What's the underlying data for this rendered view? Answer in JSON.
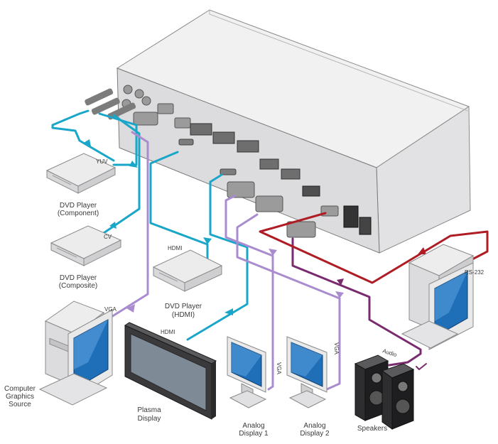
{
  "devices": {
    "dvd_component": {
      "line1": "DVD Player",
      "line2": "(Component)"
    },
    "dvd_composite": {
      "line1": "DVD Player",
      "line2": "(Composite)"
    },
    "dvd_hdmi": {
      "line1": "DVD Player",
      "line2": "(HDMI)"
    },
    "computer_source": {
      "line1": "Computer",
      "line2": "Graphics",
      "line3": "Source"
    },
    "plasma": {
      "line1": "Plasma",
      "line2": "Display"
    },
    "analog1": {
      "line1": "Analog",
      "line2": "Display 1"
    },
    "analog2": {
      "line1": "Analog",
      "line2": "Display 2"
    },
    "speakers": {
      "line1": "Speakers"
    }
  },
  "signals": {
    "yuv": "YUV",
    "cv": "CV",
    "hdmi_in": "HDMI",
    "vga_in": "VGA",
    "hdmi_out": "HDMI",
    "vga_out1": "VGA",
    "vga_out2": "VGA",
    "audio": "Audio",
    "rs232": "RS-232"
  },
  "colors": {
    "cable_video": "#1aa6c8",
    "cable_vga": "#a98ccf",
    "cable_audio": "#7a2a6e",
    "cable_rs232": "#b01c24",
    "device_body": "#e9e9ea",
    "device_edge": "#8a8a8a"
  }
}
